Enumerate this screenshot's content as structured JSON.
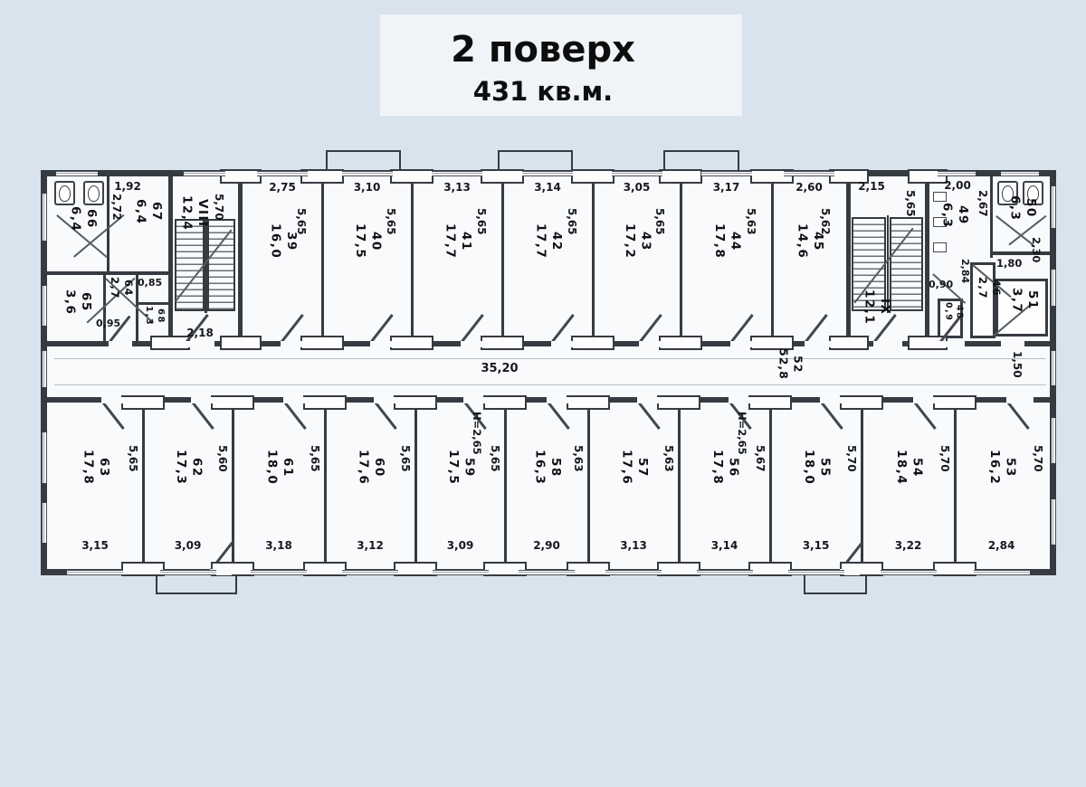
{
  "title": {
    "line1": "2 поверх",
    "line2": "431 кв.м."
  },
  "corridor": {
    "number": "52",
    "area": "52,8",
    "length_dim": "35,20",
    "right_end_dim": "1,50"
  },
  "stairwells": [
    {
      "id": "VIII",
      "area": "12,4",
      "depth_dim": "5,70",
      "bottom_dim": "2,18"
    },
    {
      "id": "IX",
      "area": "12,1",
      "top_dim": "2,15",
      "depth_dim": "5,65"
    }
  ],
  "top_rooms": [
    {
      "number": "39",
      "area": "16,0",
      "width_dim": "2,75",
      "depth_dim": "5,65"
    },
    {
      "number": "40",
      "area": "17,5",
      "width_dim": "3,10",
      "depth_dim": "5,65"
    },
    {
      "number": "41",
      "area": "17,7",
      "width_dim": "3,13",
      "depth_dim": "5,65"
    },
    {
      "number": "42",
      "area": "17,7",
      "width_dim": "3,14",
      "depth_dim": "5,65"
    },
    {
      "number": "43",
      "area": "17,2",
      "width_dim": "3,05",
      "depth_dim": "5,65"
    },
    {
      "number": "44",
      "area": "17,8",
      "width_dim": "3,17",
      "depth_dim": "5,63"
    },
    {
      "number": "45",
      "area": "14,6",
      "width_dim": "2,60",
      "depth_dim": "5,62"
    }
  ],
  "bottom_rooms": [
    {
      "number": "63",
      "area": "17,8",
      "width_dim": "3,15",
      "depth_dim": "5,65"
    },
    {
      "number": "62",
      "area": "17,3",
      "width_dim": "3,09",
      "depth_dim": "5,60"
    },
    {
      "number": "61",
      "area": "18,0",
      "width_dim": "3,18",
      "depth_dim": "5,65"
    },
    {
      "number": "60",
      "area": "17,6",
      "width_dim": "3,12",
      "depth_dim": "5,65"
    },
    {
      "number": "59",
      "area": "17,5",
      "width_dim": "3,09",
      "depth_dim": "5,65",
      "note": "H=2,65"
    },
    {
      "number": "58",
      "area": "16,3",
      "width_dim": "2,90",
      "depth_dim": "5,63"
    },
    {
      "number": "57",
      "area": "17,6",
      "width_dim": "3,13",
      "depth_dim": "5,63"
    },
    {
      "number": "56",
      "area": "17,8",
      "width_dim": "3,14",
      "depth_dim": "5,67",
      "note": "H=2,65"
    },
    {
      "number": "55",
      "area": "18,0",
      "width_dim": "3,15",
      "depth_dim": "5,70"
    },
    {
      "number": "54",
      "area": "18,4",
      "width_dim": "3,22",
      "depth_dim": "5,70"
    },
    {
      "number": "53",
      "area": "16,2",
      "width_dim": "2,84",
      "depth_dim": "5,70"
    }
  ],
  "left_block": {
    "room66": {
      "number": "66",
      "area": "6,4"
    },
    "room67": {
      "number": "67",
      "area": "6,4",
      "top_dim": "1,92",
      "side_dim": "2,72"
    },
    "room65": {
      "number": "65",
      "area": "3,6",
      "dim": "0,95"
    },
    "room64": {
      "number": "64",
      "area": "2,7",
      "dim": "0,85"
    },
    "room68": {
      "number": "68",
      "area": "1,3"
    }
  },
  "right_block": {
    "room49": {
      "number": "49",
      "area": "6,3",
      "top_dim": "2,00",
      "side_dim": "2,67"
    },
    "room50": {
      "number": "50",
      "area": "6,3",
      "v_dim": "2,30",
      "h_dim": "1,80"
    },
    "room46": {
      "number": "46",
      "area": "2,7",
      "v_dim": "2,84",
      "h_dim": "0,90"
    },
    "room48": {
      "number": "48",
      "area": "0,9"
    },
    "room51": {
      "number": "51",
      "area": "3,7"
    }
  }
}
